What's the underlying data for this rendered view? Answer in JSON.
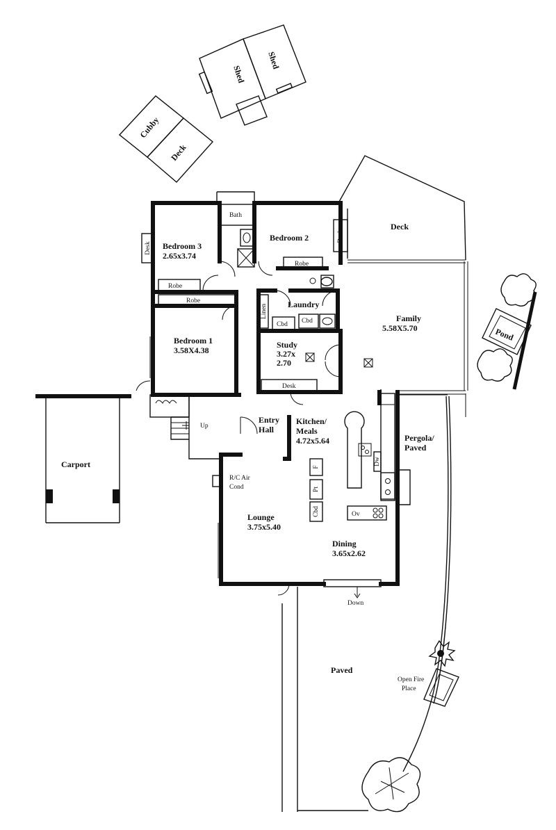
{
  "rooms": {
    "bedroom3": {
      "name": "Bedroom 3",
      "size": "2.65x3.74"
    },
    "bedroom2": {
      "name": "Bedroom 2"
    },
    "bedroom1": {
      "name": "Bedroom 1",
      "size": "3.58X4.38"
    },
    "family": {
      "name": "Family",
      "size": "5.58X5.70"
    },
    "study": {
      "name": "Study",
      "size_a": "3.27x",
      "size_b": "2.70"
    },
    "laundry": {
      "name": "Laundry"
    },
    "kitchen": {
      "name_a": "Kitchen/",
      "name_b": "Meals",
      "size": "4.72x5.64"
    },
    "entry": {
      "name_a": "Entry",
      "name_b": "Hall"
    },
    "lounge": {
      "name": "Lounge",
      "size": "3.75x5.40"
    },
    "dining": {
      "name": "Dining",
      "size": "3.65x2.62"
    },
    "carport": {
      "name": "Carport"
    },
    "pergola": {
      "name_a": "Pergola/",
      "name_b": "Paved"
    },
    "paved": {
      "name": "Paved"
    },
    "deck_main": {
      "name": "Deck"
    }
  },
  "outbuildings": {
    "shed1": "Shed",
    "shed2": "Shed",
    "cubby": "Cubby",
    "cubby_deck": "Deck",
    "pond": "Pond"
  },
  "fixtures": {
    "bath": "Bath",
    "robe_b3": "Robe",
    "robe_hall": "Robe",
    "robe_b2": "Robe",
    "desk_b3": "Desk",
    "desk_b2": "Desk",
    "desk_study": "Desk",
    "linen": "Linen",
    "cbd1": "Cbd",
    "cbd2": "Cbd",
    "fridge": "F",
    "pantry": "Pt",
    "kitchen_cbd": "Cbd",
    "oven": "Ov",
    "dw": "Dw",
    "air_cond_a": "R/C Air",
    "air_cond_b": "Cond",
    "up": "Up",
    "down": "Down",
    "fire_a": "Open Fire",
    "fire_b": "Place"
  }
}
